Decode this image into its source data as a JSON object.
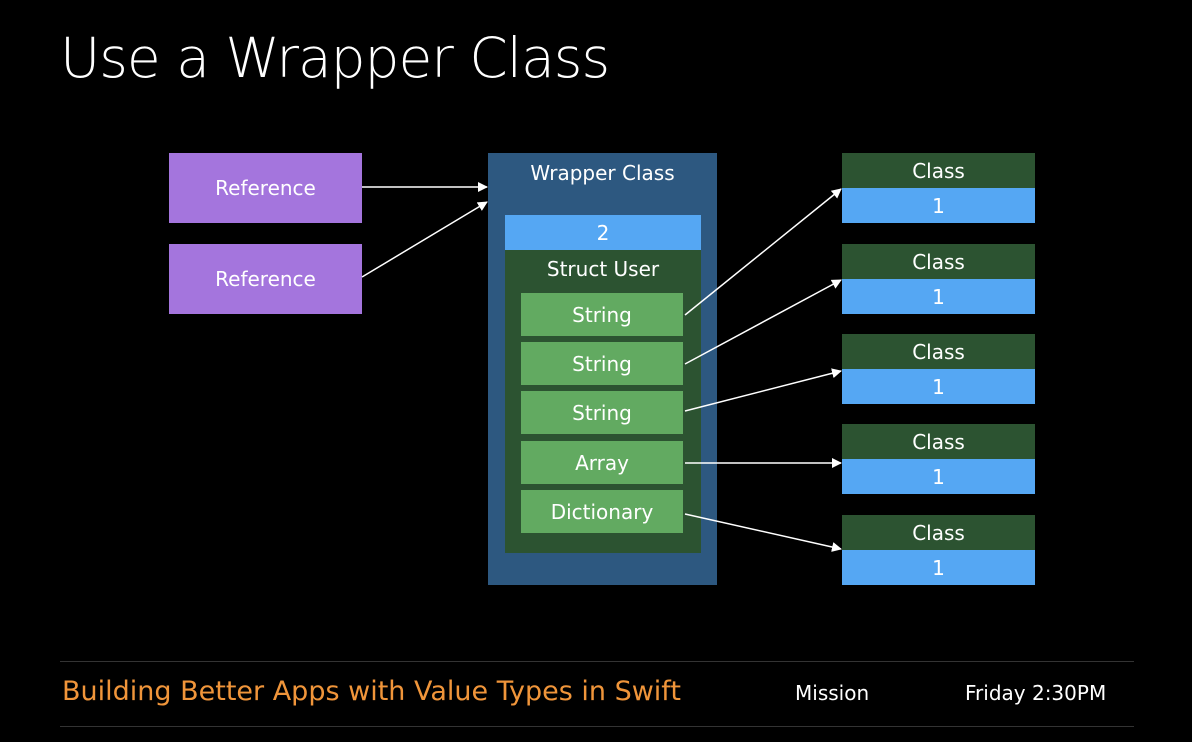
{
  "slide": {
    "title": "Use a Wrapper Class"
  },
  "references": [
    {
      "label": "Reference"
    },
    {
      "label": "Reference"
    }
  ],
  "wrapper": {
    "label": "Wrapper Class",
    "count": "2"
  },
  "struct": {
    "label": "Struct User",
    "fields": [
      {
        "label": "String"
      },
      {
        "label": "String"
      },
      {
        "label": "String"
      },
      {
        "label": "Array"
      },
      {
        "label": "Dictionary"
      }
    ]
  },
  "classes": [
    {
      "label": "Class",
      "count": "1"
    },
    {
      "label": "Class",
      "count": "1"
    },
    {
      "label": "Class",
      "count": "1"
    },
    {
      "label": "Class",
      "count": "1"
    },
    {
      "label": "Class",
      "count": "1"
    }
  ],
  "footer": {
    "session": "Building Better Apps with Value Types in Swift",
    "room": "Mission",
    "time": "Friday 2:30PM"
  },
  "colors": {
    "reference": "#a475dd",
    "wrapper": "#2d5880",
    "count": "#55a7f3",
    "struct": "#2c5331",
    "field": "#62aa61",
    "accent": "#f0953a"
  }
}
